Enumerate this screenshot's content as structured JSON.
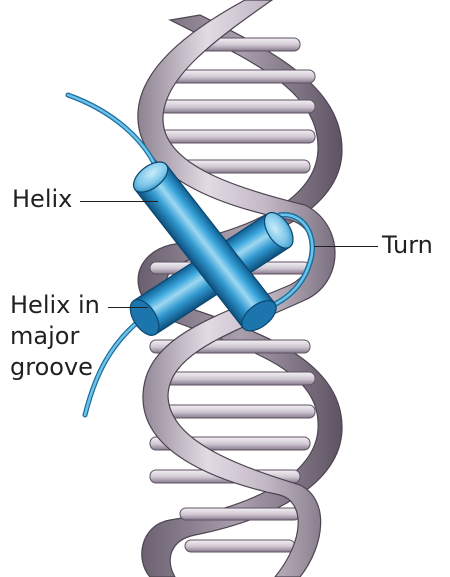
{
  "figure": {
    "colors": {
      "ribbon_light": "#dcd4dd",
      "ribbon_mid": "#b3a9b6",
      "ribbon_dark": "#655a69",
      "rung_light": "#f3eff4",
      "rung_dark": "#8a7f8e",
      "helix_light": "#8ed1ef",
      "helix_mid": "#2f9ed6",
      "helix_dark": "#0f5e92",
      "chain": "#4aaedb"
    },
    "labels": {
      "helix": "Helix",
      "turn": "Turn",
      "helix_in_major_groove": [
        "Helix in",
        "major",
        "groove"
      ]
    }
  }
}
